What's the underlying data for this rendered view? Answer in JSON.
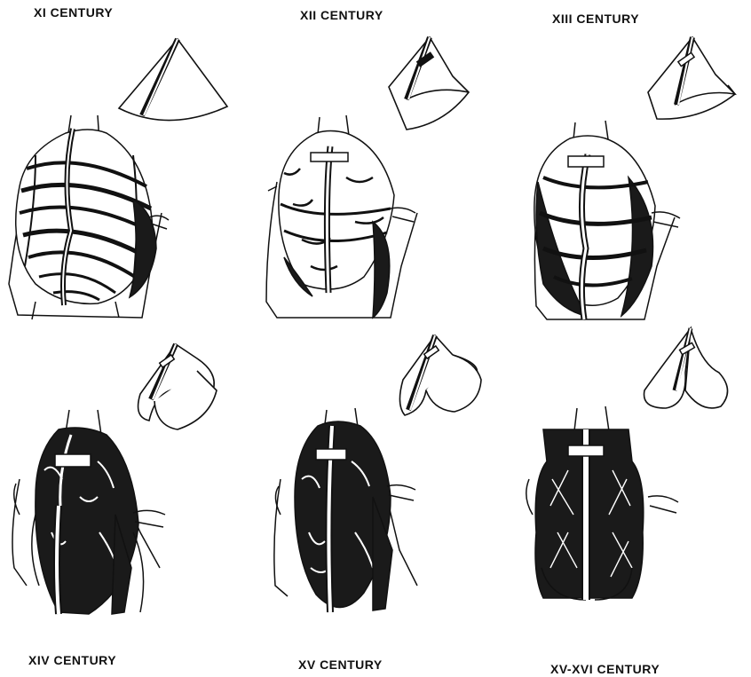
{
  "figures": [
    {
      "id": "xi",
      "label": "XI CENTURY",
      "pattern_shape": "cone-semicircle"
    },
    {
      "id": "xii",
      "label": "XII CENTURY",
      "pattern_shape": "cone-folded"
    },
    {
      "id": "xiii",
      "label": "XIII CENTURY",
      "pattern_shape": "cone-folded"
    },
    {
      "id": "xiv",
      "label": "XIV CENTURY",
      "pattern_shape": "rounded-fold"
    },
    {
      "id": "xv",
      "label": "XV CENTURY",
      "pattern_shape": "rounded-fold"
    },
    {
      "id": "xvxvi",
      "label": "XV-XVI CENTURY",
      "pattern_shape": "double-lobe"
    }
  ],
  "colors": {
    "ink": "#111111",
    "fabric_dark": "#1a1a1a",
    "background": "#ffffff"
  }
}
